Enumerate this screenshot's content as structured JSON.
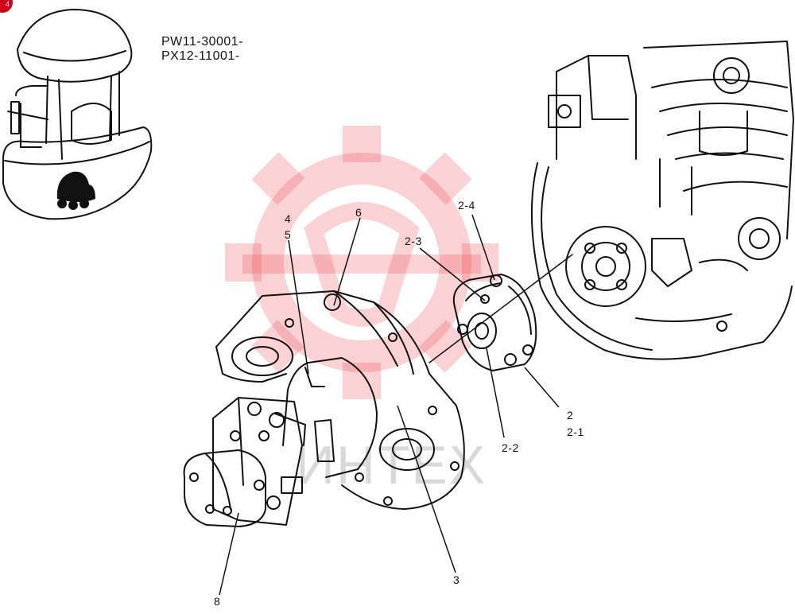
{
  "badge": {
    "text": "4",
    "color": "#d0021b"
  },
  "serials": {
    "line1": "PW11-30001-",
    "line2": "PX12-11001-"
  },
  "callouts": {
    "c4": "4",
    "c5": "5",
    "c6": "6",
    "c2_4": "2-4",
    "c2_3": "2-3",
    "c2": "2",
    "c2_1": "2-1",
    "c2_2": "2-2",
    "c3": "3",
    "c8": "8"
  },
  "watermark": {
    "text": "ИНТЕХ",
    "color": "#e8323c"
  }
}
